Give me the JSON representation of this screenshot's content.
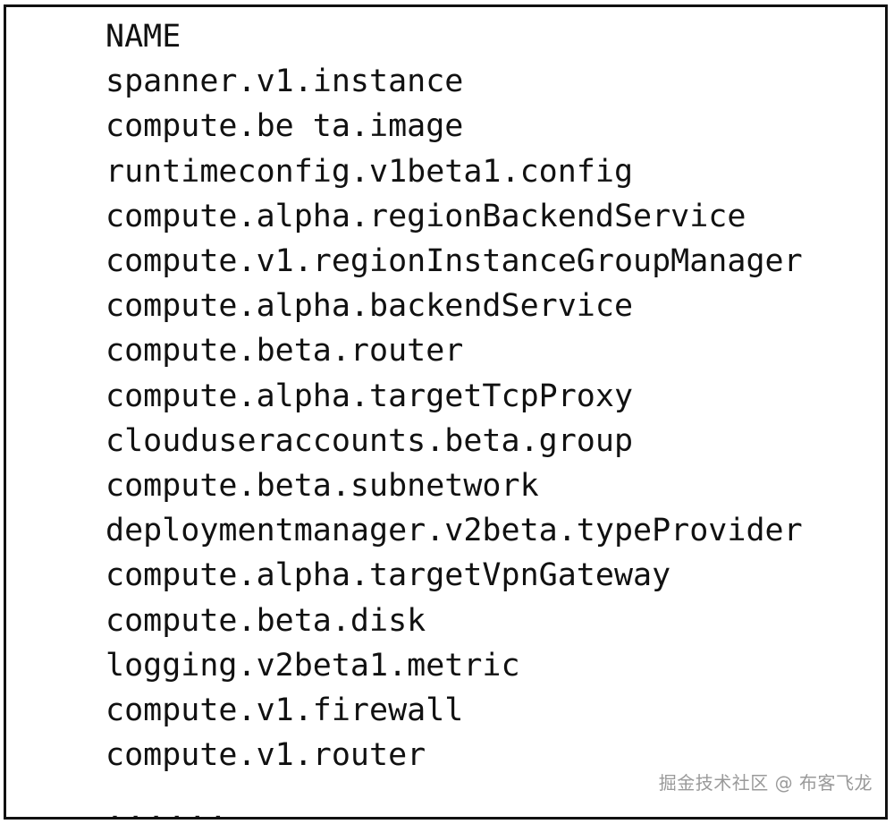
{
  "console": {
    "header": "NAME",
    "rows": [
      "spanner.v1.instance",
      "compute.be ta.image",
      "runtimeconfig.v1beta1.config",
      "compute.alpha.regionBackendService",
      "compute.v1.regionInstanceGroupManager",
      "compute.alpha.backendService",
      "compute.beta.router",
      "compute.alpha.targetTcpProxy",
      "clouduseraccounts.beta.group",
      "compute.beta.subnetwork",
      "deploymentmanager.v2beta.typeProvider",
      "compute.alpha.targetVpnGateway",
      "compute.beta.disk",
      "logging.v2beta1.metric",
      "compute.v1.firewall",
      "compute.v1.router"
    ],
    "ellipsis": "......"
  },
  "watermark": {
    "text": "掘金技术社区 @ 布客飞龙"
  },
  "colors": {
    "text": "#111111",
    "background": "#ffffff",
    "border": "#111111",
    "watermark": "#9a9a9a"
  }
}
